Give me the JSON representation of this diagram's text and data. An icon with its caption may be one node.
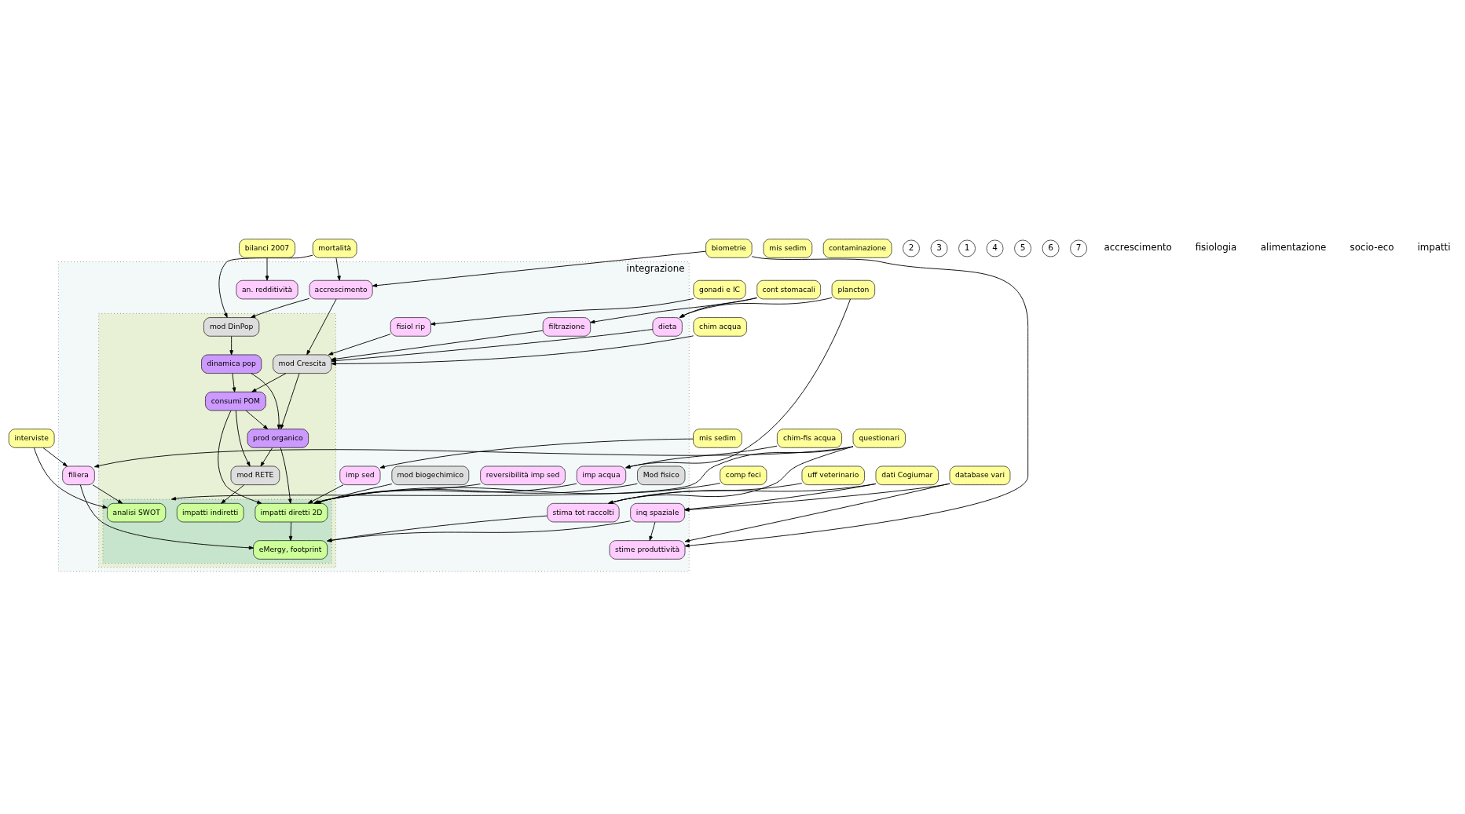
{
  "diagram": {
    "nodes": [
      {
        "text": [
          "integrazione"
        ]
      },
      {
        "text": [],
        "shape": "box",
        "in": 0
      },
      {
        "text": [],
        "shape": "box",
        "in": 1
      },
      {
        "text": [
          "biometrie"
        ]
      },
      {
        "text": [
          "mortalità"
        ]
      },
      {
        "text": [
          "gonadi e IC"
        ]
      },
      {
        "text": [
          "cont stomacali"
        ]
      },
      {
        "text": [
          "plancton"
        ]
      },
      {
        "text": [
          "database vari"
        ]
      },
      {
        "text": [
          "dati Cogiumar"
        ]
      },
      {
        "text": [
          "uff veterinario"
        ]
      },
      {
        "text": [
          "questionari"
        ]
      },
      {
        "text": [
          "interviste"
        ]
      },
      {
        "text": [
          "bilanci 2007"
        ]
      },
      {
        "text": [
          "comp feci"
        ]
      },
      {
        "text": [
          "chim acqua"
        ]
      },
      {
        "text": [
          "chim-fis acqua"
        ]
      },
      {
        "text": [
          "mis sedim"
        ]
      },
      {
        "text": [
          "mis sedim"
        ]
      },
      {
        "text": [
          "contaminazione"
        ]
      },
      {
        "text": [
          "stime produttività"
        ],
        "in": 0
      },
      {
        "text": [
          "accrescimento"
        ],
        "in": 0
      },
      {
        "text": [
          "fisiol rip"
        ],
        "in": 0
      },
      {
        "text": [
          "filtrazione"
        ],
        "in": 0
      },
      {
        "text": [
          "dieta"
        ],
        "in": 0
      },
      {
        "text": [
          "inq spaziale"
        ],
        "in": 0
      },
      {
        "text": [
          "stima tot raccolti"
        ],
        "in": 0
      },
      {
        "text": [
          "filiera"
        ],
        "in": 0
      },
      {
        "text": [
          "an. redditività"
        ],
        "in": 0
      },
      {
        "text": [
          "imp acqua"
        ],
        "in": 0
      },
      {
        "text": [
          "imp sed"
        ],
        "in": 0
      },
      {
        "text": [
          "reversibilità imp sed"
        ],
        "in": 0
      },
      {
        "text": [
          "mod biogechimico"
        ],
        "in": 0
      },
      {
        "text": [
          "Mod fisico"
        ],
        "in": 0
      },
      {
        "text": [
          "mod DinPop"
        ],
        "in": 1
      },
      {
        "text": [
          "mod Crescita"
        ],
        "in": 1
      },
      {
        "text": [
          "dinamica pop"
        ],
        "in": 1
      },
      {
        "text": [
          "mod RETE"
        ],
        "in": 1
      },
      {
        "text": [
          "consumi POM"
        ],
        "in": 1
      },
      {
        "text": [
          "prod organico"
        ],
        "in": 1
      },
      {
        "text": [
          "analisi SWOT"
        ],
        "in": 2
      },
      {
        "text": [
          "eMergy, footprint"
        ],
        "in": 2
      },
      {
        "text": [
          "impatti diretti 2D"
        ],
        "in": 2
      },
      {
        "text": [
          "impatti indiretti"
        ],
        "in": 2
      },
      {
        "text": [
          "2"
        ]
      },
      {
        "text": [
          "3"
        ]
      },
      {
        "text": [
          "1"
        ]
      },
      {
        "text": [
          "4"
        ]
      },
      {
        "text": [
          "5"
        ]
      },
      {
        "text": [
          "6"
        ]
      },
      {
        "text": [
          "7"
        ]
      }
    ],
    "edges": [
      {
        "from": 3,
        "to": 20,
        "arrow": "to"
      },
      {
        "from": 3,
        "to": 21,
        "arrow": "to"
      },
      {
        "from": 4,
        "to": 21,
        "arrow": "to"
      },
      {
        "from": 4,
        "to": 34,
        "arrow": "to"
      },
      {
        "from": 5,
        "to": 22,
        "arrow": "to"
      },
      {
        "from": 6,
        "to": 23,
        "arrow": "to"
      },
      {
        "from": 6,
        "to": 24,
        "arrow": "to"
      },
      {
        "from": 7,
        "to": 24,
        "arrow": "to"
      },
      {
        "from": 7,
        "to": 29,
        "arrow": "to"
      },
      {
        "from": 21,
        "to": 34,
        "arrow": "to"
      },
      {
        "from": 21,
        "to": 35,
        "arrow": "to"
      },
      {
        "from": 22,
        "to": 35,
        "arrow": "to"
      },
      {
        "from": 23,
        "to": 35,
        "arrow": "to"
      },
      {
        "from": 24,
        "to": 35,
        "arrow": "to"
      },
      {
        "from": 8,
        "to": 20,
        "arrow": "to"
      },
      {
        "from": 8,
        "to": 25,
        "arrow": "to"
      },
      {
        "from": 25,
        "to": 20,
        "arrow": "to"
      },
      {
        "from": 9,
        "to": 25,
        "arrow": "to"
      },
      {
        "from": 9,
        "to": 26,
        "arrow": "to"
      },
      {
        "from": 10,
        "to": 26,
        "arrow": "to"
      },
      {
        "from": 11,
        "to": 26,
        "arrow": "to"
      },
      {
        "from": 11,
        "to": 2,
        "arrow": "to"
      },
      {
        "from": 11,
        "to": 27,
        "arrow": "to"
      },
      {
        "from": 12,
        "to": 40,
        "arrow": "to"
      },
      {
        "from": 12,
        "to": 27,
        "arrow": "to"
      },
      {
        "from": 13,
        "to": 28,
        "arrow": "to"
      },
      {
        "from": 25,
        "to": 41,
        "arrow": "to"
      },
      {
        "from": 26,
        "to": 41,
        "arrow": "to"
      },
      {
        "from": 27,
        "to": 40,
        "arrow": "to"
      },
      {
        "from": 27,
        "to": 41,
        "arrow": "to"
      },
      {
        "from": 34,
        "to": 36,
        "arrow": "to"
      },
      {
        "from": 36,
        "to": 38,
        "arrow": "to"
      },
      {
        "from": 36,
        "to": 39,
        "arrow": "to"
      },
      {
        "from": 35,
        "to": 38,
        "arrow": "to"
      },
      {
        "from": 35,
        "to": 39,
        "arrow": "to"
      },
      {
        "from": 38,
        "to": 37,
        "arrow": "to"
      },
      {
        "from": 38,
        "to": 39,
        "arrow": "to"
      },
      {
        "from": 39,
        "to": 37,
        "arrow": "to"
      },
      {
        "from": 39,
        "to": 42,
        "arrow": "to"
      },
      {
        "from": 38,
        "to": 42,
        "arrow": "to"
      },
      {
        "from": 37,
        "to": 43,
        "arrow": "to"
      },
      {
        "from": 15,
        "to": 35,
        "arrow": "to"
      },
      {
        "from": 16,
        "to": 29,
        "arrow": "to"
      },
      {
        "from": 14,
        "to": 42,
        "arrow": "to"
      },
      {
        "from": 29,
        "to": 42,
        "arrow": "to"
      },
      {
        "from": 30,
        "to": 42,
        "arrow": "to"
      },
      {
        "from": 17,
        "to": 30,
        "arrow": "to"
      },
      {
        "from": 31,
        "to": 42,
        "arrow": "to"
      },
      {
        "from": 32,
        "to": 42,
        "arrow": "to"
      },
      {
        "from": 33,
        "to": 42,
        "arrow": "to"
      },
      {
        "from": 42,
        "to": 41,
        "arrow": "to"
      }
    ],
    "labels": [
      "accrescimento",
      "fisiologia",
      "alimentazione",
      "socio-eco",
      "impatti"
    ]
  }
}
